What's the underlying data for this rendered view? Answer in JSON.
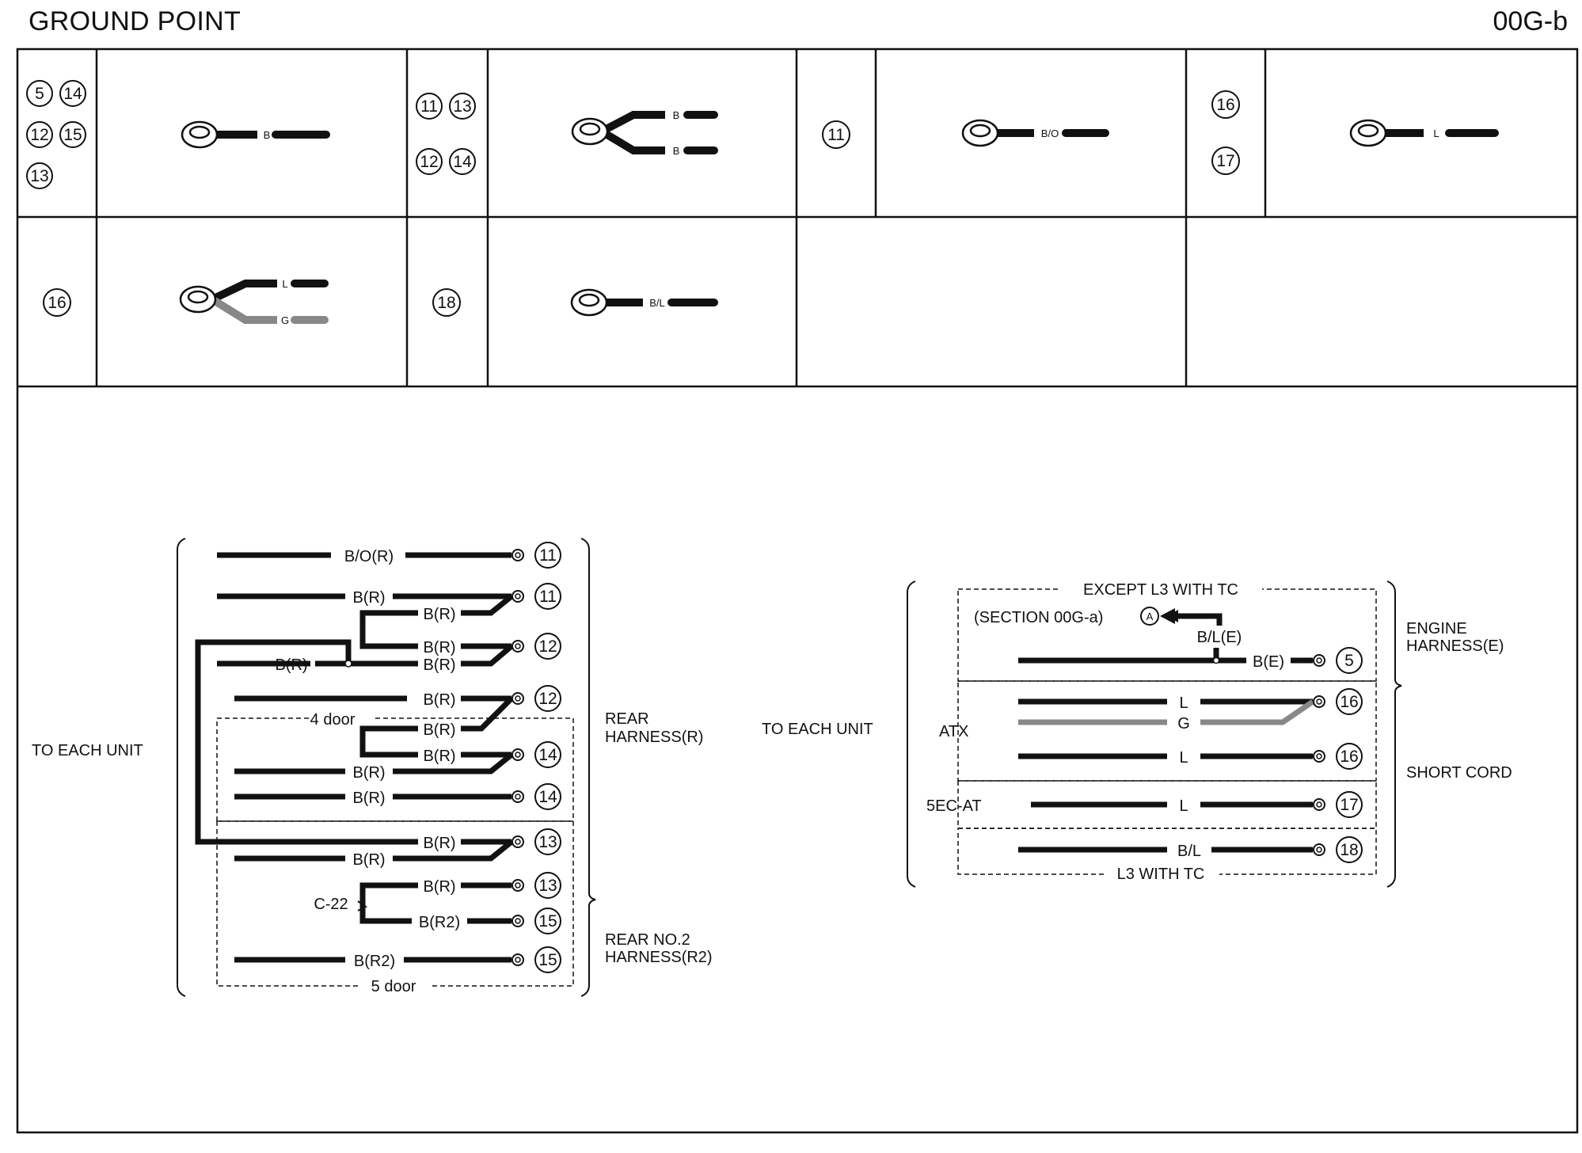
{
  "header": {
    "title": "GROUND POINT",
    "code": "00G-b"
  },
  "connectors": [
    {
      "refs": [
        "5",
        "14",
        "12",
        "15",
        "13"
      ],
      "wires": [
        "B"
      ]
    },
    {
      "refs": [
        "11",
        "13",
        "12",
        "14"
      ],
      "wires": [
        "B",
        "B"
      ]
    },
    {
      "refs": [
        "11"
      ],
      "wires": [
        "B/O"
      ]
    },
    {
      "refs": [
        "16",
        "17"
      ],
      "wires": [
        "L"
      ]
    },
    {
      "refs": [
        "16"
      ],
      "wires": [
        "L",
        "G"
      ]
    },
    {
      "refs": [
        "18"
      ],
      "wires": [
        "B/L"
      ]
    }
  ],
  "left_diagram": {
    "to_each_unit": "TO EACH UNIT",
    "rear_harness": [
      "REAR",
      "HARNESS(R)"
    ],
    "rear_no2_harness": [
      "REAR NO.2",
      "HARNESS(R2)"
    ],
    "four_door": "4 door",
    "five_door": "5 door",
    "connector": "C-22",
    "labels": [
      "B/O(R)",
      "B(R)",
      "B(R)",
      "B(R)",
      "B(R)",
      "B(R)",
      "B(R)",
      "B(R)",
      "B(R)",
      "B(R)",
      "B(R)",
      "B(R)",
      "B(R)",
      "B(R)",
      "B(R2)",
      "B(R2)"
    ],
    "grounds": [
      "11",
      "11",
      "12",
      "12",
      "14",
      "14",
      "13",
      "13",
      "15",
      "15"
    ]
  },
  "right_diagram": {
    "to_each_unit": "TO EACH UNIT",
    "except": "EXCEPT L3 WITH TC",
    "section_ref": "(SECTION 00G-a)",
    "ref_letter": "A",
    "engine_harness": [
      "ENGINE",
      "HARNESS(E)"
    ],
    "short_cord": "SHORT CORD",
    "atx": "ATX",
    "secat": "5EC-AT",
    "l3_with_tc": "L3 WITH TC",
    "labels": [
      "B/L(E)",
      "B(E)",
      "L",
      "G",
      "L",
      "L",
      "B/L"
    ],
    "grounds": [
      "5",
      "16",
      "16",
      "17",
      "18"
    ]
  }
}
